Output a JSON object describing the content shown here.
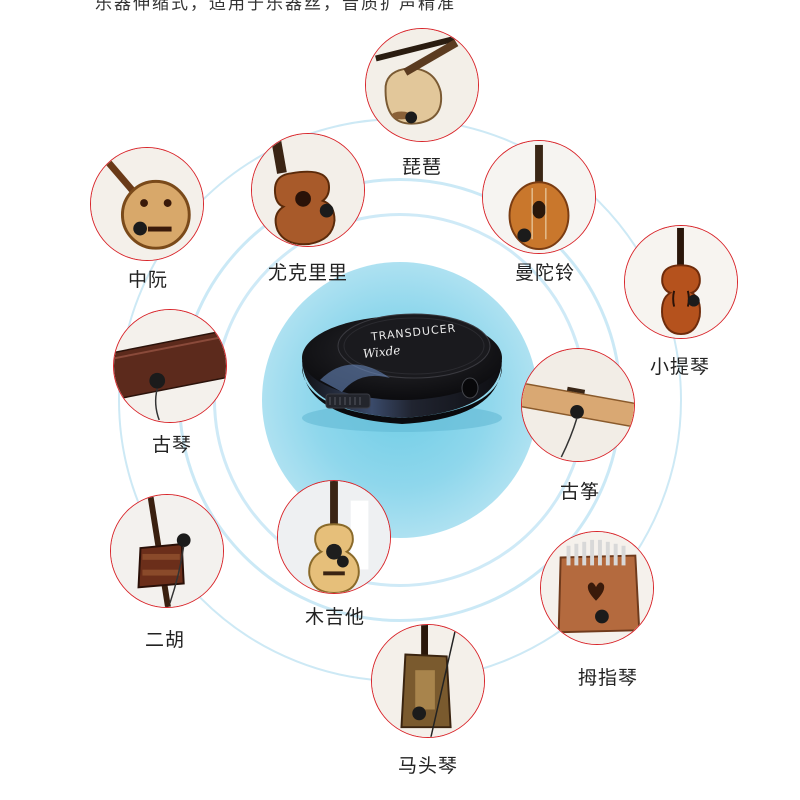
{
  "caption": "乐器伸缩式，适用于乐器丝，音质扩声精准",
  "device": {
    "brand": "Wixde",
    "text": "TRANSDUCER"
  },
  "instruments": [
    {
      "id": "pipa",
      "label": "琵琶",
      "icon": "pipa-icon"
    },
    {
      "id": "mandolin",
      "label": "曼陀铃",
      "icon": "mandolin-icon"
    },
    {
      "id": "violin",
      "label": "小提琴",
      "icon": "violin-icon"
    },
    {
      "id": "guzheng",
      "label": "古筝",
      "icon": "guzheng-icon"
    },
    {
      "id": "kalimba",
      "label": "拇指琴",
      "icon": "kalimba-icon"
    },
    {
      "id": "morin-khuur",
      "label": "马头琴",
      "icon": "morin-khuur-icon"
    },
    {
      "id": "acoustic-guitar",
      "label": "木吉他",
      "icon": "acoustic-guitar-icon"
    },
    {
      "id": "erhu",
      "label": "二胡",
      "icon": "erhu-icon"
    },
    {
      "id": "guqin",
      "label": "古琴",
      "icon": "guqin-icon"
    },
    {
      "id": "zhongruan",
      "label": "中阮",
      "icon": "zhongruan-icon"
    },
    {
      "id": "ukulele",
      "label": "尤克里里",
      "icon": "ukulele-icon"
    }
  ],
  "colors": {
    "bubble_border": "#d8262b",
    "ring_light": "#cbe9f6",
    "ring_core": "#7fd2e9",
    "pickup": "#1b1b1b"
  }
}
